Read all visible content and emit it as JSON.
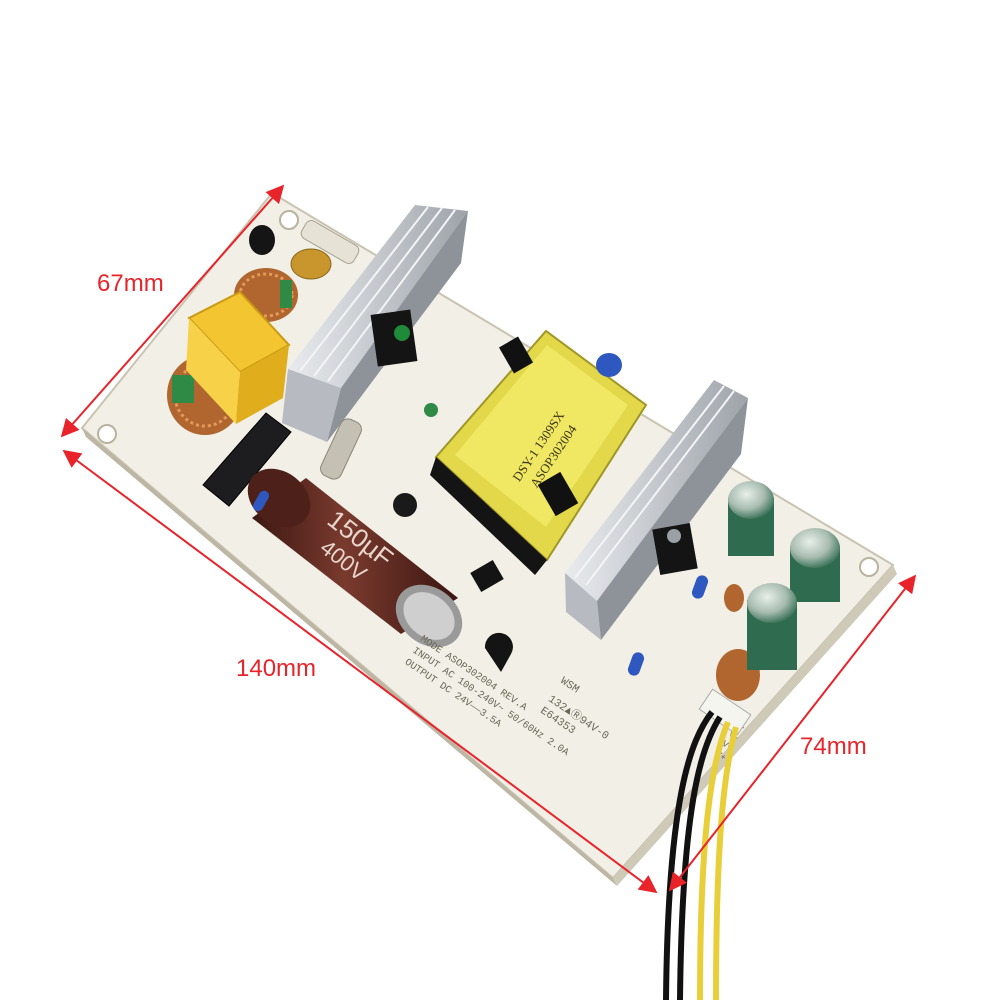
{
  "dimensions": {
    "width_label": "67mm",
    "length_label": "140mm",
    "height_label": "74mm"
  },
  "capacitor": {
    "line1": "150µF",
    "line2": "400V"
  },
  "transformer": {
    "line1": "DSY-1 1309SX",
    "line2": "ASOP302004"
  },
  "pcb_text": {
    "model_line": "MODE ASOP302004  REV.A",
    "input_line": "INPUT AC 100-240V~ 50/60Hz 2.0A",
    "output_line": "OUTPUT DC 24V——3.5A",
    "maker": "WSM",
    "rating": "132▲Ⓡ94V-0",
    "cert": "E64353",
    "pins": [
      "V-",
      "V-",
      "V+",
      "V+"
    ]
  },
  "colors": {
    "annotation": "#e8232a",
    "pcb": "#f1efe6",
    "heatsink": "#c9ccd0",
    "transformer": "#e3d84a",
    "capacitor": "#5b2a22",
    "x_capacitor": "#f2c531",
    "copper": "#c3743a",
    "green_cap": "#2f6b4f"
  }
}
